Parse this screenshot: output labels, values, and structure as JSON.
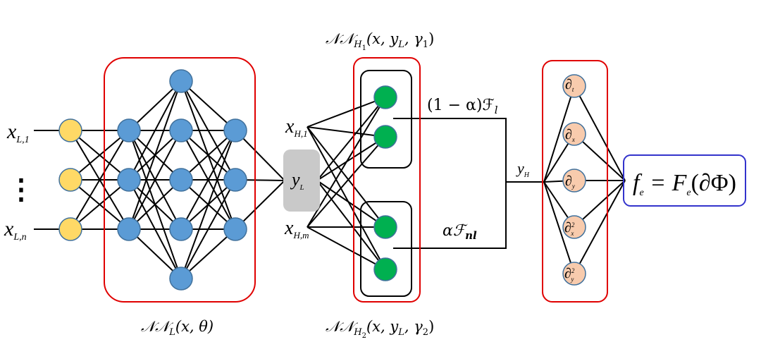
{
  "labels": {
    "nn_l": "𝒩𝒩",
    "nn_l_sub": "L",
    "nn_l_args": "(x, θ)",
    "nn_h1": "𝒩𝒩",
    "nn_h1_sub": "H",
    "nn_h1_subsub": "1",
    "nn_h1_args": "(x, y",
    "nn_h1_args_sub": "L",
    "nn_h1_args_end": ", γ",
    "nn_h1_args_end_sub": "1",
    "nn_h2": "𝒩𝒩",
    "nn_h2_sub": "H",
    "nn_h2_subsub": "2",
    "nn_h2_args": "(x, y",
    "nn_h2_args_sub": "L",
    "nn_h2_args_end": ", γ",
    "nn_h2_args_end_sub": "2",
    "linear_term": "(1 − α)ℱ",
    "linear_term_sub": "l",
    "nonlinear_term": "αℱ",
    "nonlinear_term_sub": "nl",
    "x_l1": "x",
    "x_l1_sub": "L,1",
    "x_ln": "x",
    "x_ln_sub": "L,n",
    "x_h1": "x",
    "x_h1_sub": "H,1",
    "x_hm": "x",
    "x_hm_sub": "H,m",
    "y_l": "y",
    "y_l_sub": "L",
    "y_h": "y",
    "y_h_sub": "H",
    "d_t": "∂",
    "d_t_sub": "t",
    "d_x": "∂",
    "d_x_sub": "x",
    "d_y": "∂",
    "d_y_sub": "y",
    "d_x2": "∂",
    "d_x2_sup": "2",
    "d_x2_sub": "x",
    "d_y2": "∂",
    "d_y2_sup": "2",
    "d_y2_sub": "y",
    "formula_f": "f",
    "formula_f_sub": "e",
    "formula_eq": " = F",
    "formula_F_sub": "e",
    "formula_args": "(∂Φ)",
    "ellipsis_dots": "⋮"
  },
  "colors": {
    "input_node": "#FFD966",
    "hidden_node": "#5B9BD5",
    "high_node": "#00B050",
    "deriv_node": "#F8CBAD",
    "node_stroke": "#41719C",
    "red_box": "#E00000",
    "blue_box": "#3333CC",
    "y_l_box": "#C9C9C9",
    "line": "#000000"
  }
}
